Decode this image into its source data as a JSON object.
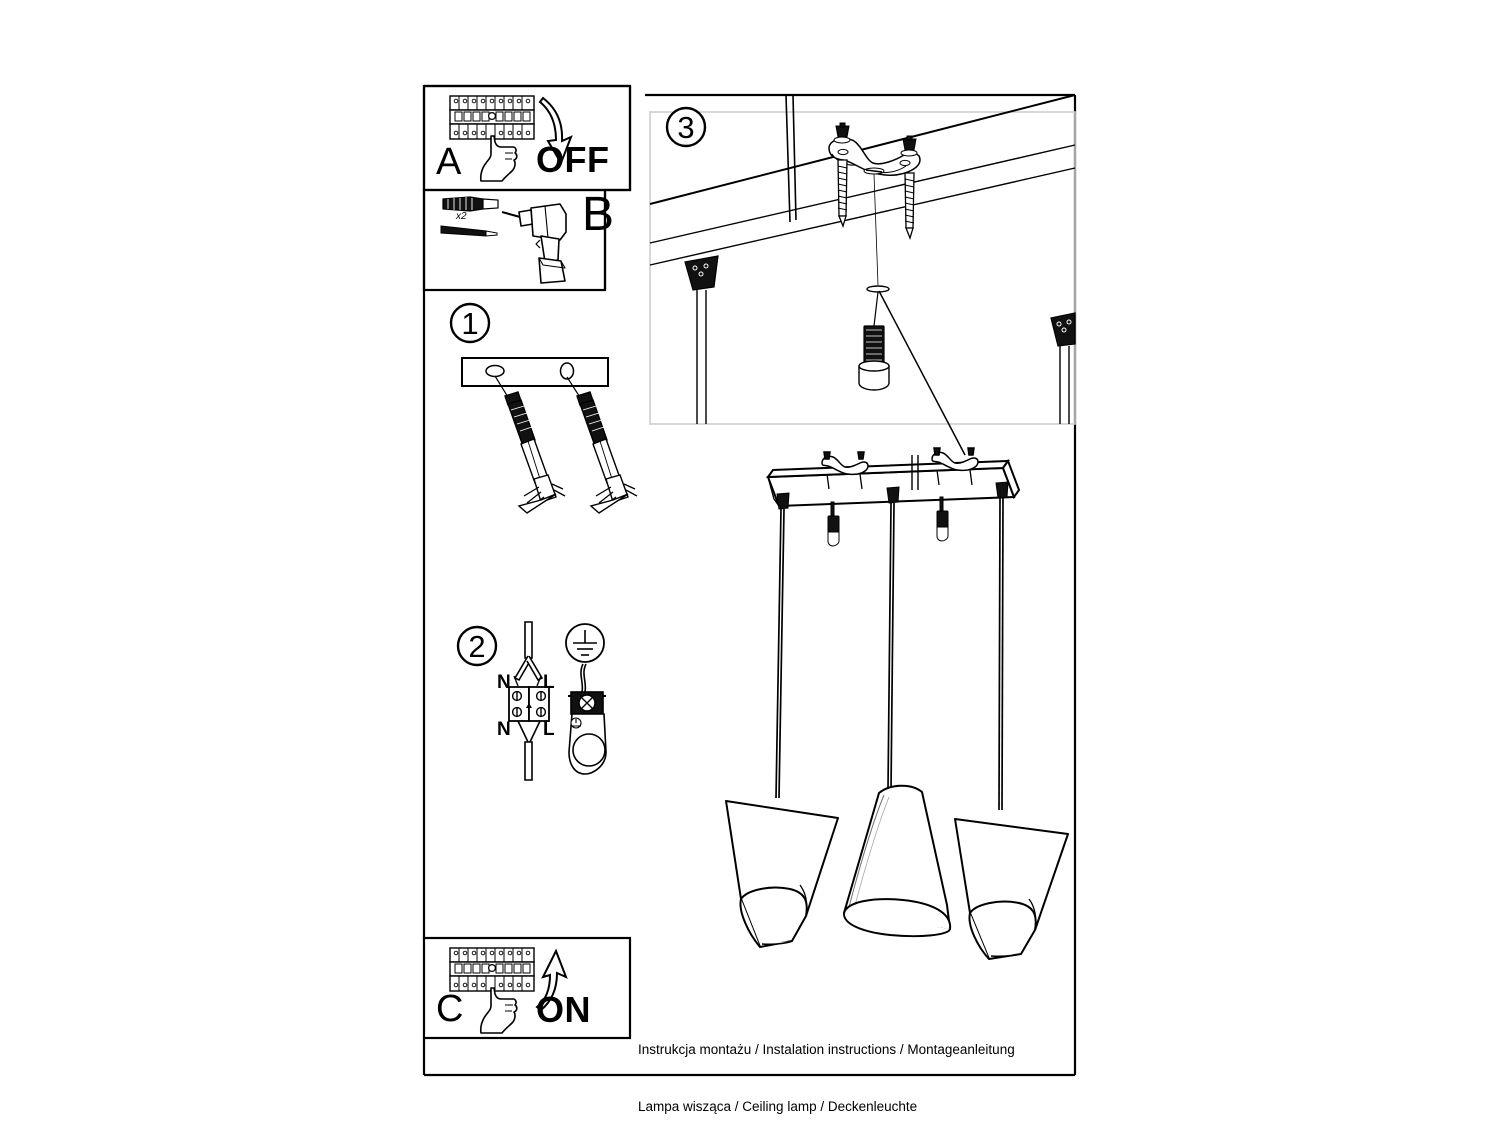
{
  "document": {
    "type": "installation-instructions-sheet",
    "caption_lines": [
      "Instrukcja montażu / Instalation instructions / Montageanleitung",
      "Lampa wisząca / Ceiling lamp / Deckenleuchte"
    ],
    "caption_line_1": "Instrukcja montażu / Instalation instructions / Montageanleitung",
    "caption_line_2": "Lampa wisząca / Ceiling lamp / Deckenleuchte"
  },
  "panels": {
    "a": {
      "letter": "A",
      "action_word": "OFF",
      "description": "Switch the circuit breaker off"
    },
    "b": {
      "letter": "B",
      "quantity_label": "x2",
      "description": "Drill holes and insert wall plugs"
    },
    "c": {
      "letter": "C",
      "action_word": "ON",
      "description": "Switch the circuit breaker on"
    }
  },
  "steps": [
    {
      "number": "1",
      "description": "Mount the canopy bar with screws and wall plugs"
    },
    {
      "number": "2",
      "description": "Connect N and L wires in the terminal block, attach earth",
      "terminal_labels": {
        "top_left": "N",
        "top_right": "L",
        "bottom_left": "N",
        "bottom_right": "L"
      }
    },
    {
      "number": "3",
      "description": "Fix the mounting bracket to the ceiling with two screws"
    }
  ],
  "colors": {
    "line": "#000000",
    "background": "#ffffff",
    "shade_fill": "#ffffff",
    "dark_fill": "#111111"
  }
}
